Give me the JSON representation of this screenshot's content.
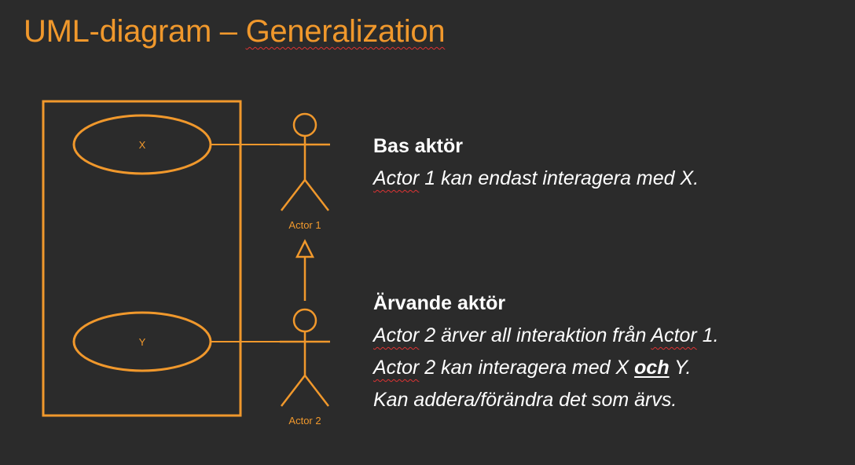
{
  "slide": {
    "title_prefix": "UML-diagram – ",
    "title_highlight": "Generalization"
  },
  "diagram": {
    "use_case_1": "X",
    "use_case_2": "Y",
    "actor_1": "Actor 1",
    "actor_2": "Actor 2"
  },
  "base_actor": {
    "heading": "Bas aktör",
    "line_actor": "Actor",
    "line_rest": " 1 kan endast interagera med X."
  },
  "inheriting_actor": {
    "heading": "Ärvande aktör",
    "line1_actor_a": "Actor",
    "line1_mid": " 2 ärver all interaktion från ",
    "line1_actor_b": "Actor",
    "line1_end": " 1.",
    "line2_actor": "Actor",
    "line2_mid": " 2 kan interagera med X ",
    "line2_och": "och",
    "line2_end": " Y.",
    "line3": "Kan addera/förändra det som ärvs."
  },
  "colors": {
    "background": "#2b2b2b",
    "accent": "#f0982c",
    "text": "#ffffff",
    "spellcheck": "#dd3333"
  }
}
